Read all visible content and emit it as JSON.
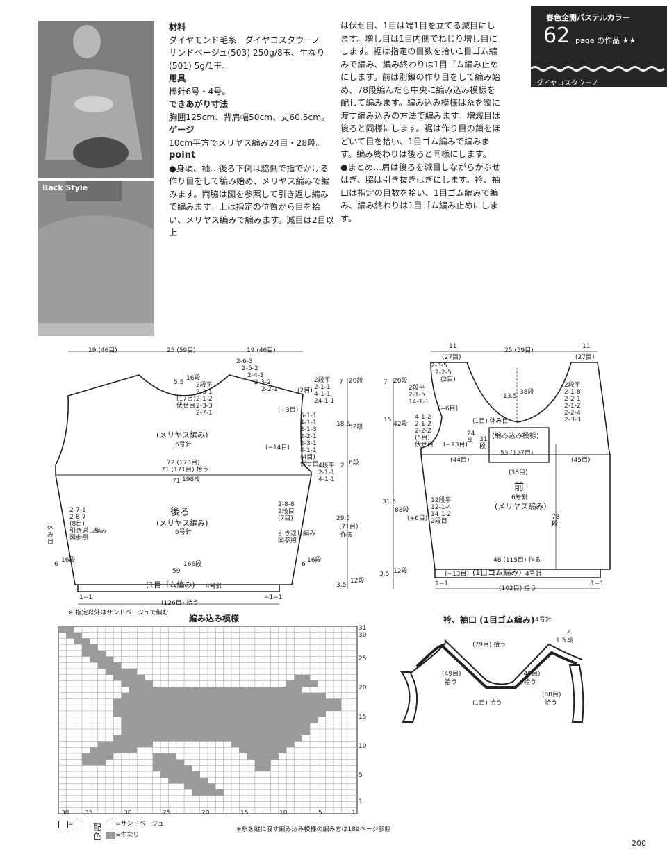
{
  "badge": {
    "series": "春色全開パステルカラー",
    "number": "62",
    "page_suffix": "page の作品 ★★",
    "yarn": "ダイヤコスタウーノ"
  },
  "photo2_label": "Back Style",
  "text": {
    "materials_h": "材料",
    "materials": "ダイヤモンド毛糸　ダイヤコスタウーノ\nサンドベージュ(503) 250g/8玉、生なり\n(501) 5g/1玉。",
    "tools_h": "用具",
    "tools": "棒針6号・4号。",
    "size_h": "できあがり寸法",
    "size": "胸囲125cm、背肩幅50cm、丈60.5cm。",
    "gauge_h": "ゲージ",
    "gauge": "10cm平方でメリヤス編み24目・28段。",
    "point_h": "point",
    "point1": "●身頃、袖…後ろ下側は脇側で指でかける作り目をして編み始め、メリヤス編みで編みます。両脇は図を参照して引き返し編みで編みます。上は指定の位置から目を拾い、メリヤス編みで編みます。減目は2目以上",
    "col2a": "は伏せ目、1目は端1目を立てる減目にします。増し目は1目内側でねじり増し目にします。裾は指定の目数を拾い1目ゴム編みで編み、編み終わりは1目ゴム編み止めにします。前は別鎖の作り目をして編み始め、78段編んだら中央に編み込み模様を配して編みます。編み込み模様は糸を縦に渡す編み込みの方法で編みます。増減目は後ろと同様にします。裾は作り目の鎖をほどいて目を拾い、1目ゴム編みで編みます。編み終わりは後ろと同様にします。",
    "col2b": "●まとめ…肩は後ろを減目しながらかぶせはぎ、脇は引き抜きはぎにします。衿、袖口は指定の目数を拾い、1目ゴム編みで編み、編み終わりは1目ゴム編み止めにします。"
  },
  "back": {
    "top_l": "19 (46目)",
    "top_c": "25 (59目)",
    "top_r": "19 (46目)",
    "neck_d": "5.5",
    "neck_d2": "16段",
    "neck_bind": "(17目)",
    "neck_bind2": "伏せ目",
    "neck_dec": [
      "2段平",
      "2-3-1",
      "2-1-2",
      "2-3-3",
      "2-7-1"
    ],
    "shoulder_dec": [
      "2-6-3",
      "2-5-2",
      "2-4-2",
      "2-3-2",
      "2-2-1"
    ],
    "sh_r": [
      "2段平",
      "2-1-1",
      "4-1-1",
      "24-1-1"
    ],
    "sh_r2": "(2目)",
    "plus3": "(+3目)",
    "sl_dec": [
      "6-1-1",
      "4-1-1",
      "2-1-3",
      "2-2-1",
      "2-3-1",
      "4-1-1"
    ],
    "sl_end": "(4目)",
    "sl_bind": "伏せ目",
    "knit": "(メリヤス編み)",
    "needle6": "6号針",
    "minus14": "(−14目)",
    "w72": "72 (173目)",
    "w71a": "71 (171目) 拾う",
    "w71b": "71",
    "w198": "198段",
    "side_inc": [
      "4段平",
      "2-1-1",
      "4-1-1"
    ],
    "title": "後ろ",
    "body_knit": "(メリヤス編み)",
    "body_needle": "6号針",
    "l_turn": [
      "2-7-1",
      "2-8-7",
      "(8目)",
      "引き返し編み",
      "図参照"
    ],
    "r_turn": [
      "2-8-8",
      "2段目",
      "(7目)",
      "引き返し編み",
      "図参照"
    ],
    "rest": "休み目",
    "h6": "6",
    "h16": "16段",
    "w59": "59",
    "w166": "166段",
    "rib": "(1目ゴム編み)",
    "rib_needle": "4号針",
    "rib_l": "1−1",
    "rib_r": "−1−1",
    "pick": "(126目) 拾う",
    "note": "※ 指定以外はサンドベージュで編む"
  },
  "center": {
    "v1": "7",
    "v1b": "20段",
    "v2": "18.5",
    "v2b": "52段",
    "v3": "2",
    "v3b": "6段",
    "v4": "29.5",
    "v4b": "(71目)",
    "v4c": "作る",
    "v5": "3.5",
    "v5b": "12段",
    "f1": "7",
    "f1b": "20段",
    "f2": "15",
    "f2b": "42段",
    "f3": "31.5",
    "f3b": "88段",
    "f4": "3.5",
    "f4b": "12段"
  },
  "front": {
    "top_l": "11",
    "top_l2": "(27目)",
    "top_c": "25 (59目)",
    "top_r": "11",
    "top_r2": "(27目)",
    "sh_l": [
      "2-3-5",
      "2-2-5",
      "(2目)"
    ],
    "sh_l2": [
      "2段平",
      "2-1-5",
      "14-1-1"
    ],
    "plus6": "(+6目)",
    "neck_r": [
      "2段平",
      "2-1-8",
      "2-2-1",
      "2-1-2",
      "2-2-4",
      "2-3-3"
    ],
    "d135": "13.5",
    "d38": "38段",
    "rest1": "(1目) 休み目",
    "arm": [
      "4-1-2",
      "2-1-2",
      "2-2-2",
      "(5目)",
      "伏せ目"
    ],
    "minus13": "(−13目)",
    "d24": "24段",
    "d31": "31段",
    "pat": "(編み込み模様)",
    "w53": "53 (127目)",
    "w44": "(44目)",
    "w45": "(45目)",
    "w38": "(38目)",
    "title": "前",
    "needle": "6号針",
    "knit": "(メリヤス編み)",
    "side": [
      "12段平",
      "12-1-4",
      "14-1-2",
      "2段目"
    ],
    "plus6b": "(+6目)",
    "d78": "78段",
    "w48": "48 (115目) 作る",
    "minus13b": "(−13目)",
    "rib": "(1目ゴム編み)",
    "rib_needle": "4号針",
    "rib_l": "1−1",
    "rib_r": "1−1",
    "pick": "(102目) 拾う"
  },
  "chart": {
    "title": "編み込み模様",
    "rows_labels": [
      "31",
      "30",
      "25",
      "20",
      "15",
      "10",
      "5",
      "1"
    ],
    "col_labels": [
      "38",
      "35",
      "30",
      "25",
      "20",
      "15",
      "10",
      "5",
      "1"
    ],
    "legend_sand": "=サンドベージュ",
    "legend_natural": "=生なり",
    "legend_word": "配色",
    "legend_one": "=",
    "note": "※糸を縦に渡す編み込み模様の編み方は189ページ参照"
  },
  "collar": {
    "title": "衿、袖口 (1目ゴム編み)",
    "needle": "4号針",
    "pick79": "(79目) 拾う",
    "pick49l": "(49目)",
    "pick49l2": "拾う",
    "pick49r": "(49目)",
    "pick49r2": "拾う",
    "pick1": "(1目) 拾う",
    "pick88": "(88目)",
    "pick88b": "拾う",
    "w15": "1.5",
    "w6": "6段"
  },
  "page_number": "200"
}
